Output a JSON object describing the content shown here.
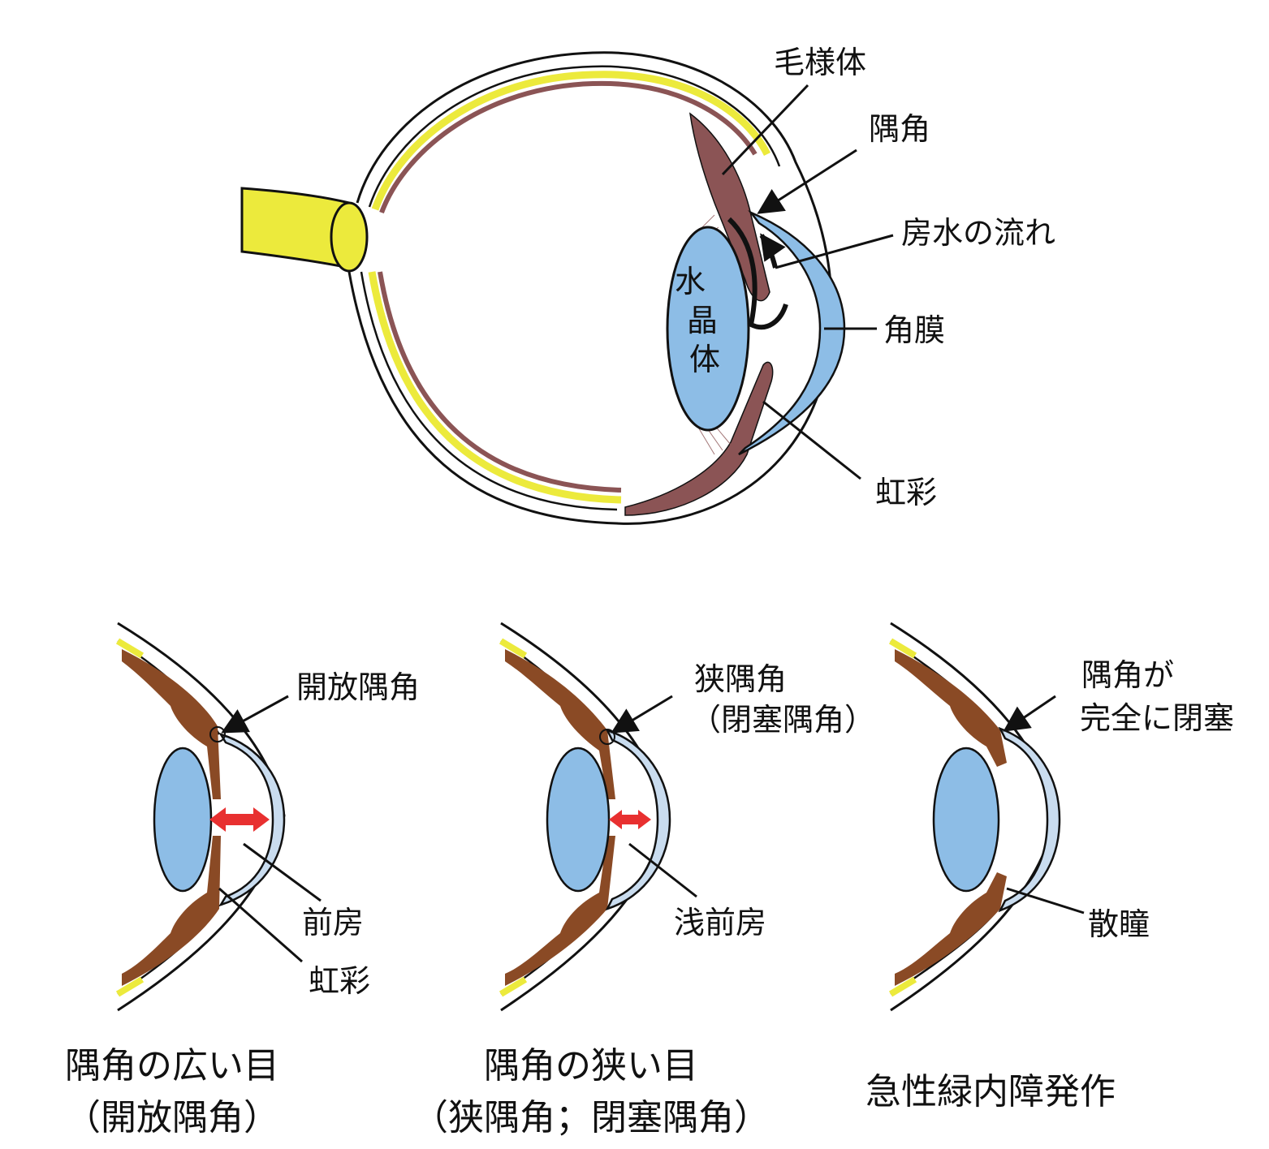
{
  "main_eye": {
    "labels": {
      "ciliary_body": "毛様体",
      "angle": "隅角",
      "aqueous_flow": "房水の流れ",
      "cornea": "角膜",
      "iris": "虹彩",
      "lens": [
        "水",
        "晶",
        "体"
      ]
    }
  },
  "panels": [
    {
      "label_lines": [
        "開放隅角"
      ],
      "chamber_label": "前房",
      "iris_label": "虹彩",
      "caption_lines": [
        "隅角の広い目",
        "（開放隅角）"
      ]
    },
    {
      "label_lines": [
        "狭隅角",
        "（閉塞隅角）"
      ],
      "chamber_label": "浅前房",
      "caption_lines": [
        "隅角の狭い目",
        "（狭隅角；閉塞隅角）"
      ]
    },
    {
      "label_lines": [
        "隅角が",
        "完全に閉塞"
      ],
      "pupil_label": "散瞳",
      "caption_lines": [
        "急性緑内障発作"
      ]
    }
  ],
  "colors": {
    "lens_cornea_blue": "#8dbde6",
    "retina_yellow": "#ecea3c",
    "choroid_main": "#8b5455",
    "iris_brown": "#8a4a25",
    "chamber_arrow_red": "#e83030",
    "outline": "#111111"
  }
}
